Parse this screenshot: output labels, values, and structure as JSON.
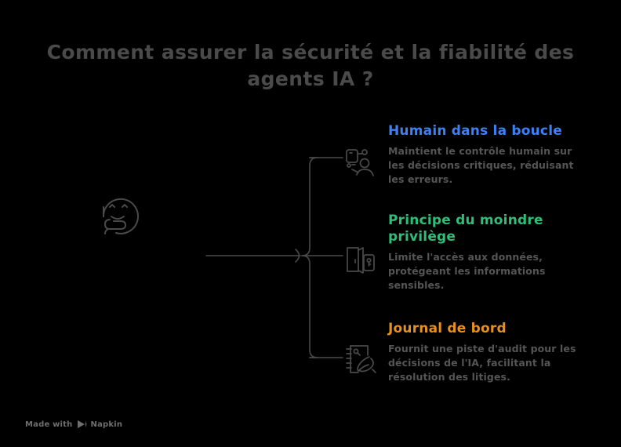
{
  "page": {
    "background_color": "#000000",
    "title": "Comment assurer la sécurité et la fiabilité des agents IA ?",
    "title_color": "#4a4a4a"
  },
  "center": {
    "icon": "thinking-face-icon",
    "stroke_color": "#4a4a4a"
  },
  "connectors": {
    "stroke_color": "#4a4a4a",
    "stroke_width": 1.6
  },
  "branches": [
    {
      "id": "humain-dans-la-boucle",
      "icon": "robot-and-person-icon",
      "heading": "Humain dans la boucle",
      "heading_color": "#3B82F6",
      "body": "Maintient le contrôle humain sur les décisions critiques, réduisant les erreurs.",
      "body_color": "#555555"
    },
    {
      "id": "principe-du-moindre-privilege",
      "icon": "open-door-keycard-icon",
      "heading": "Principe du moindre privilège",
      "heading_color": "#2EBE78",
      "body": "Limite l'accès aux données, protégeant les informations sensibles.",
      "body_color": "#555555"
    },
    {
      "id": "journal-de-bord",
      "icon": "notebook-pen-icon",
      "heading": "Journal de bord",
      "heading_color": "#E8901E",
      "body": "Fournit une piste d'audit pour les décisions de l'IA, facilitant la résolution des litiges.",
      "body_color": "#555555"
    }
  ],
  "watermark": {
    "prefix": "Made with",
    "brand": "Napkin",
    "logo_icon": "napkin-play-logo-icon",
    "color": "#6e6e6e"
  }
}
